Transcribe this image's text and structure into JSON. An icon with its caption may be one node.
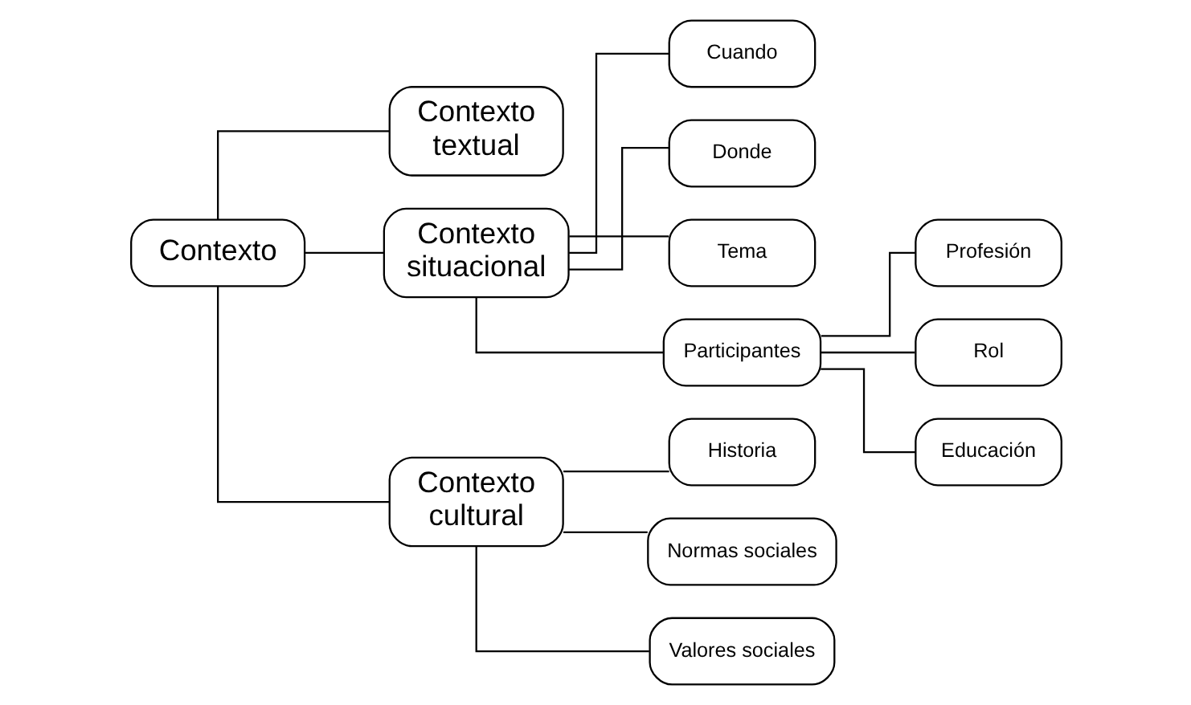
{
  "diagram": {
    "nodes": [
      {
        "text": [
          "Contexto"
        ]
      },
      {
        "text": [
          "Contexto textual"
        ]
      },
      {
        "text": [
          "Contexto situacional"
        ]
      },
      {
        "text": [
          "Contexto cultural"
        ]
      },
      {
        "text": [
          "Cuando"
        ]
      },
      {
        "text": [
          "Donde"
        ]
      },
      {
        "text": [
          "Tema"
        ]
      },
      {
        "text": [
          "Participantes"
        ]
      },
      {
        "text": [
          "Profesión"
        ]
      },
      {
        "text": [
          "Rol"
        ]
      },
      {
        "text": [
          "Educación"
        ]
      },
      {
        "text": [
          "Historia"
        ]
      },
      {
        "text": [
          "Normas sociales"
        ]
      },
      {
        "text": [
          "Valores sociales"
        ]
      }
    ],
    "edges": [
      {
        "from": 0,
        "to": 1,
        "arrow": "none"
      },
      {
        "from": 0,
        "to": 2,
        "arrow": "none"
      },
      {
        "from": 0,
        "to": 3,
        "arrow": "none"
      },
      {
        "from": 2,
        "to": 4,
        "arrow": "none"
      },
      {
        "from": 2,
        "to": 5,
        "arrow": "none"
      },
      {
        "from": 2,
        "to": 6,
        "arrow": "none"
      },
      {
        "from": 2,
        "to": 7,
        "arrow": "none"
      },
      {
        "from": 7,
        "to": 8,
        "arrow": "none"
      },
      {
        "from": 7,
        "to": 9,
        "arrow": "none"
      },
      {
        "from": 7,
        "to": 10,
        "arrow": "none"
      },
      {
        "from": 3,
        "to": 11,
        "arrow": "none"
      },
      {
        "from": 3,
        "to": 12,
        "arrow": "none"
      },
      {
        "from": 3,
        "to": 13,
        "arrow": "none"
      }
    ]
  }
}
